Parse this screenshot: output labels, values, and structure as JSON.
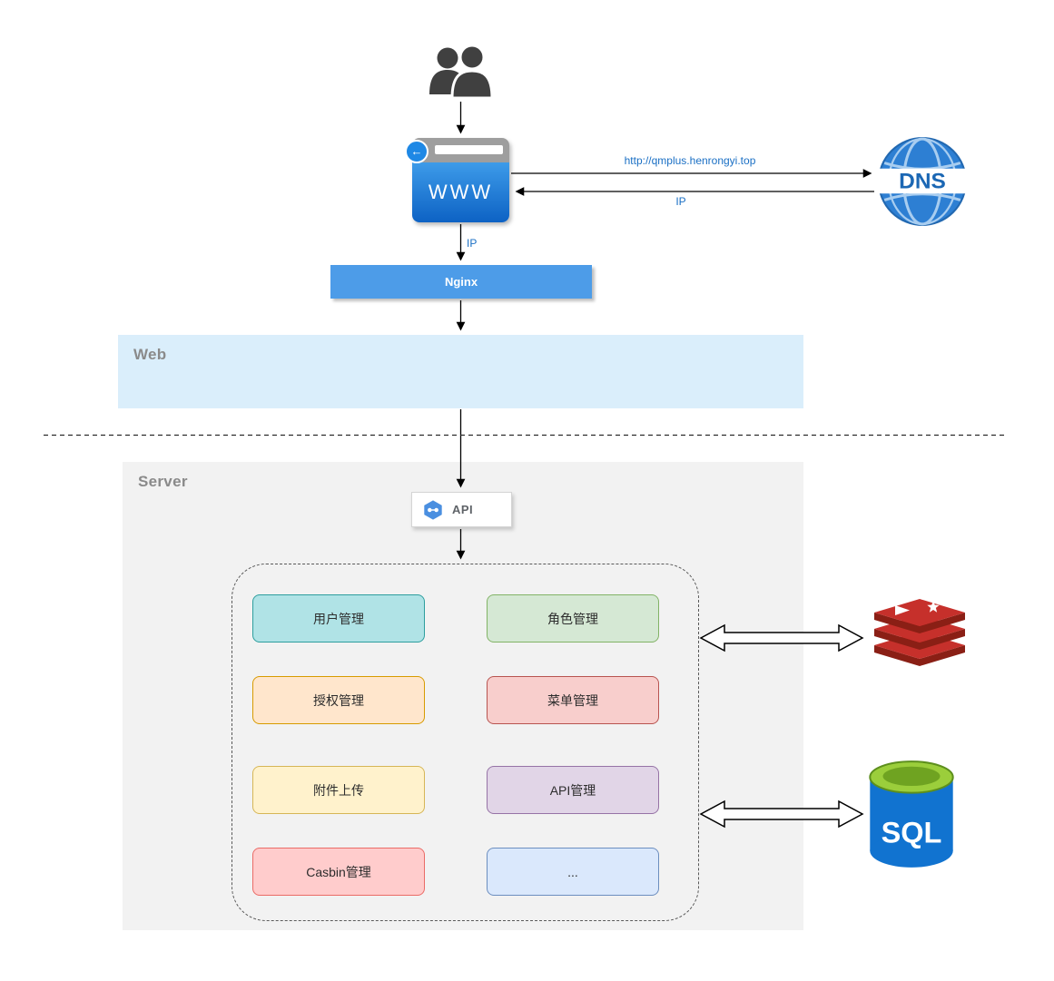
{
  "browser": {
    "label": "WWW"
  },
  "dns": {
    "label": "DNS"
  },
  "nginx": {
    "label": "Nginx"
  },
  "zones": {
    "web": "Web",
    "server": "Server"
  },
  "api": {
    "label": "API"
  },
  "edges": {
    "dns_request": "http://qmplus.henrongyi.top",
    "dns_response": "IP",
    "browser_to_nginx": "IP"
  },
  "modules": [
    {
      "label": "用户管理",
      "fill": "#b0e3e6",
      "border": "#2d9e9e"
    },
    {
      "label": "角色管理",
      "fill": "#d5e8d4",
      "border": "#82b366"
    },
    {
      "label": "授权管理",
      "fill": "#ffe6cc",
      "border": "#d79b00"
    },
    {
      "label": "菜单管理",
      "fill": "#f8cecc",
      "border": "#b85450"
    },
    {
      "label": "附件上传",
      "fill": "#fff2cc",
      "border": "#d6b656"
    },
    {
      "label": "API管理",
      "fill": "#e1d5e7",
      "border": "#9673a6"
    },
    {
      "label": "Casbin管理",
      "fill": "#ffcccc",
      "border": "#ea6b66"
    },
    {
      "label": "...",
      "fill": "#dae8fc",
      "border": "#6c8ebf"
    }
  ],
  "datastores": {
    "sql": {
      "label": "SQL"
    }
  },
  "icons": {
    "users": "users-icon",
    "browser_back": "back-arrow-icon",
    "dns_globe": "dns-globe-icon",
    "api_hexagon": "api-hexagon-icon",
    "redis": "redis-database-icon",
    "sql": "sql-database-icon"
  },
  "colors": {
    "edge_label": "#1a6fc4",
    "nginx_fill": "#4d9ce8",
    "web_zone_fill": "#daeefb",
    "server_zone_fill": "#f2f2f2"
  }
}
